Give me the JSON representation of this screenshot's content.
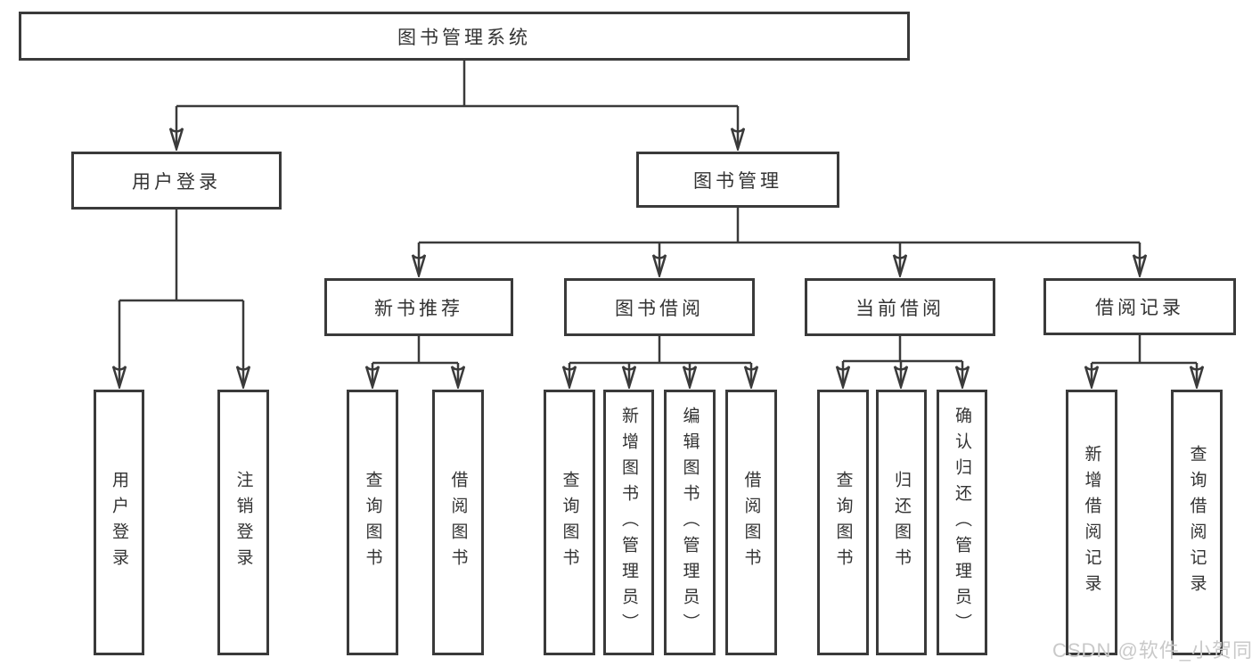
{
  "diagram": {
    "type": "hierarchy-tree",
    "title": "图书管理系统",
    "colors": {
      "line": "#3a3a3a",
      "box_border": "#3a3a3a",
      "text": "#333333",
      "background": "#ffffff",
      "watermark_text": "#c9c9c9"
    },
    "hierarchy": {
      "root": {
        "label": "图书管理系统"
      },
      "level2": [
        {
          "label": "用户登录",
          "leaves": [
            {
              "label": "用户登录"
            },
            {
              "label": "注销登录"
            }
          ]
        },
        {
          "label": "图书管理",
          "groups": [
            {
              "label": "新书推荐",
              "leaves": [
                {
                  "label": "查询图书"
                },
                {
                  "label": "借阅图书"
                }
              ]
            },
            {
              "label": "图书借阅",
              "leaves": [
                {
                  "label": "查询图书"
                },
                {
                  "label": "新增图书（管理员）"
                },
                {
                  "label": "编辑图书（管理员）"
                },
                {
                  "label": "借阅图书"
                }
              ]
            },
            {
              "label": "当前借阅",
              "leaves": [
                {
                  "label": "查询图书"
                },
                {
                  "label": "归还图书"
                },
                {
                  "label": "确认归还（管理员）"
                }
              ]
            },
            {
              "label": "借阅记录",
              "leaves": [
                {
                  "label": "新增借阅记录"
                },
                {
                  "label": "查询借阅记录"
                }
              ]
            }
          ]
        }
      ]
    },
    "watermark": {
      "text": "CSDN @软件_小贺同学"
    }
  }
}
